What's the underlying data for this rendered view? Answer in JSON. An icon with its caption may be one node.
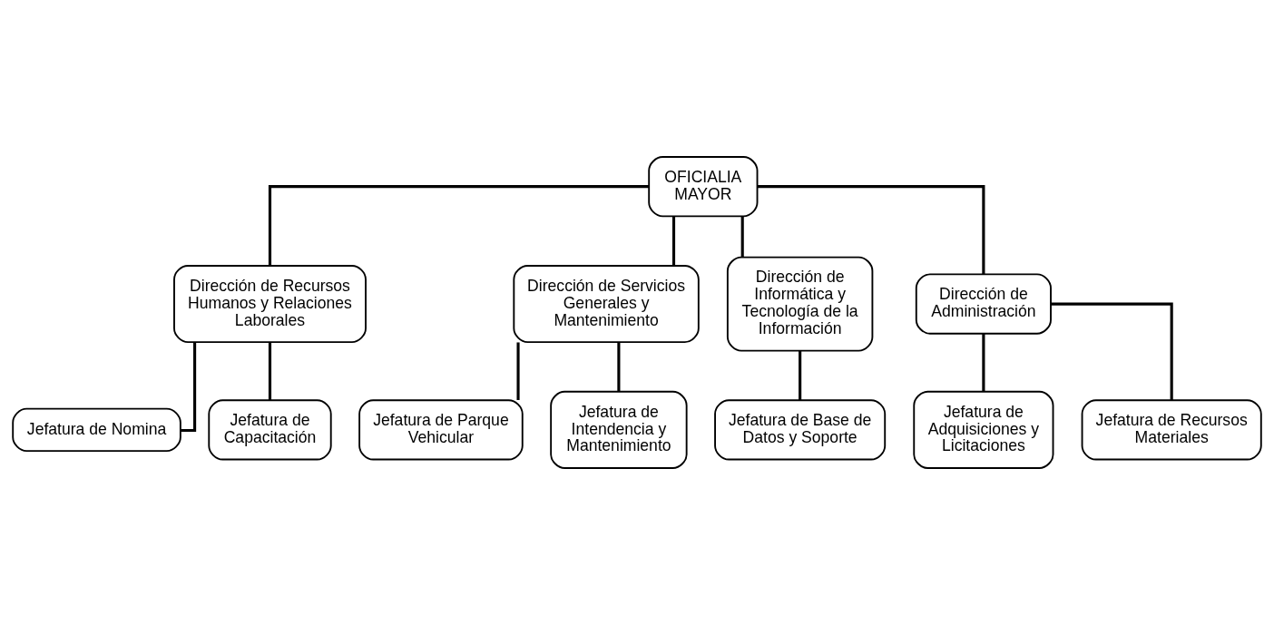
{
  "diagram": {
    "nodes": [
      {
        "text": [
          "OFICIALIA MAYOR"
        ]
      },
      {
        "text": [
          "Dirección de Recursos Humanos y Relaciones Laborales"
        ]
      },
      {
        "text": [
          "Dirección de Servicios Generales y Mantenimiento"
        ]
      },
      {
        "text": [
          "Dirección de Informática y Tecnología de la Información"
        ]
      },
      {
        "text": [
          "Dirección de Administración"
        ]
      },
      {
        "text": [
          "Jefatura de Nomina"
        ]
      },
      {
        "text": [
          "Jefatura de Capacitación"
        ]
      },
      {
        "text": [
          "Jefatura de Parque Vehicular"
        ]
      },
      {
        "text": [
          "Jefatura de Intendencia y Mantenimiento"
        ]
      },
      {
        "text": [
          "Jefatura de Base de Datos y Soporte"
        ]
      },
      {
        "text": [
          "Jefatura de Adquisiciones y Licitaciones"
        ]
      },
      {
        "text": [
          "Jefatura de Recursos Materiales"
        ]
      }
    ],
    "edges": [
      {
        "from": 0,
        "to": 1,
        "arrow": "none"
      },
      {
        "from": 0,
        "to": 2,
        "arrow": "none"
      },
      {
        "from": 0,
        "to": 3,
        "arrow": "none"
      },
      {
        "from": 0,
        "to": 4,
        "arrow": "none"
      },
      {
        "from": 1,
        "to": 5,
        "arrow": "none"
      },
      {
        "from": 1,
        "to": 6,
        "arrow": "none"
      },
      {
        "from": 2,
        "to": 7,
        "arrow": "none"
      },
      {
        "from": 2,
        "to": 8,
        "arrow": "none"
      },
      {
        "from": 3,
        "to": 9,
        "arrow": "none"
      },
      {
        "from": 4,
        "to": 10,
        "arrow": "none"
      },
      {
        "from": 4,
        "to": 11,
        "arrow": "none"
      }
    ]
  }
}
